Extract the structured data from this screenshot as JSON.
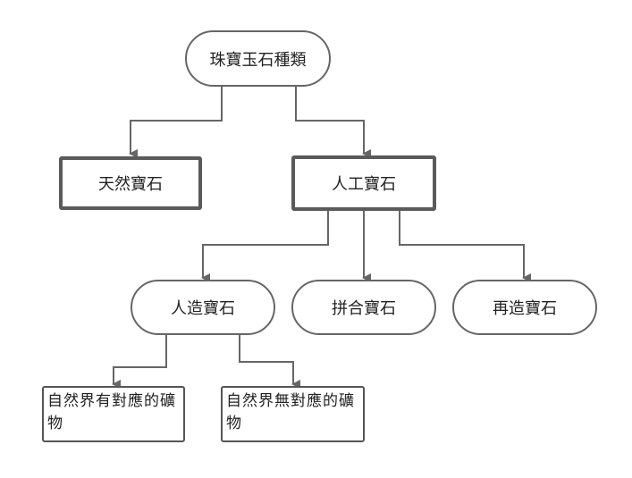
{
  "diagram": {
    "root": "珠寶玉石種類",
    "natural": "天然寶石",
    "artificial": "人工寶石",
    "synthetic": "人造寶石",
    "composite": "拼合寶石",
    "reconstructed": "再造寶石",
    "with_natural_counterpart": "自然界有對應的礦物",
    "without_natural_counterpart": "自然界無對應的礦物"
  },
  "colors": {
    "line": "#666666",
    "border": "#5a5a5a",
    "text": "#222222",
    "background": "#ffffff"
  }
}
